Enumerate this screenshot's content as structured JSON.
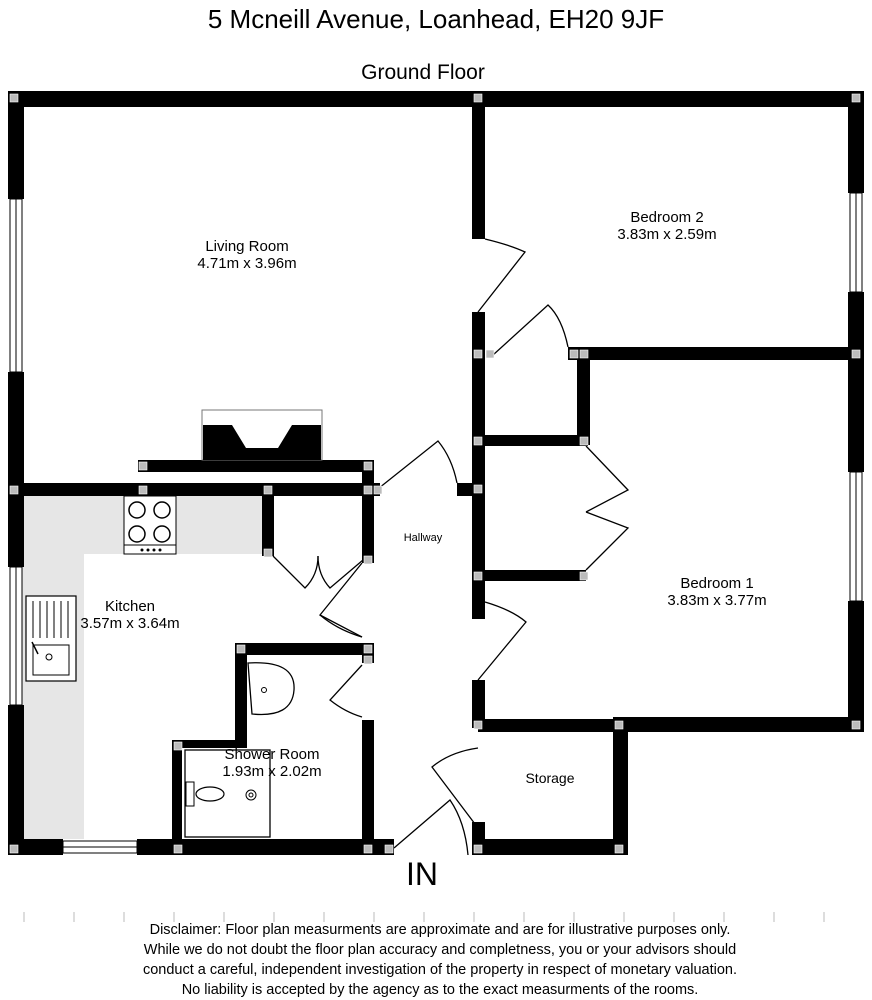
{
  "header": {
    "address": "5 Mcneill Avenue, Loanhead, EH20 9JF",
    "floor": "Ground Floor"
  },
  "rooms": {
    "living_room": {
      "name": "Living Room",
      "dims": "4.71m x 3.96m"
    },
    "bedroom_2": {
      "name": "Bedroom 2",
      "dims": "3.83m x 2.59m"
    },
    "bedroom_1": {
      "name": "Bedroom 1",
      "dims": "3.83m x 3.77m"
    },
    "kitchen": {
      "name": "Kitchen",
      "dims": "3.57m x 3.64m"
    },
    "shower_room": {
      "name": "Shower Room",
      "dims": "1.93m x 2.02m"
    },
    "hallway": {
      "name": "Hallway"
    },
    "storage": {
      "name": "Storage"
    }
  },
  "entrance_label": "IN",
  "disclaimer": [
    "Disclaimer:  Floor plan measurments are approximate and are for illustrative purposes only.",
    "While we do not doubt the floor plan accuracy and completness, you or your advisors should",
    "conduct a careful, independent investigation of the property in respect of monetary valuation.",
    "No liability is accepted by the agency as to the exact measurments of the rooms."
  ]
}
